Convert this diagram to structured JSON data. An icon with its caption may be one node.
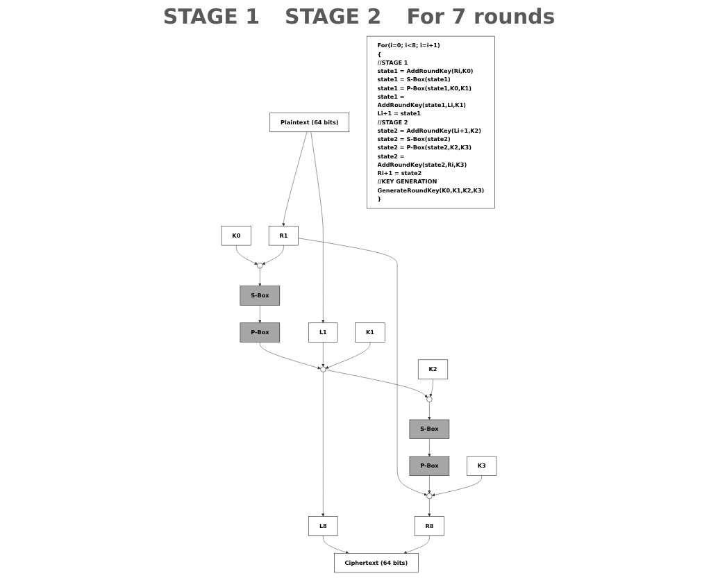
{
  "diagram": {
    "nodes": [
      {
        "text": [
          "Plaintext (64 bits)"
        ]
      },
      {
        "text": [
          "L1"
        ]
      },
      {
        "text": [
          "R1"
        ]
      },
      {
        "text": [
          "K0"
        ]
      },
      {
        "text": [
          "K1"
        ]
      },
      {
        "text": [],
        "shape": "circle"
      },
      {
        "text": [
          "P-Box"
        ]
      },
      {
        "text": [
          "S-Box"
        ]
      },
      {
        "text": [],
        "shape": "circle"
      },
      {
        "text": [
          "K2"
        ]
      },
      {
        "text": [
          "K3"
        ]
      },
      {
        "text": [],
        "shape": "circle"
      },
      {
        "text": [
          "P-Box"
        ]
      },
      {
        "text": [
          "S-Box"
        ]
      },
      {
        "text": [],
        "shape": "circle"
      },
      {
        "text": [
          "L8"
        ]
      },
      {
        "text": [
          "R8"
        ]
      },
      {
        "text": [
          "Ciphertext (64 bits)"
        ]
      },
      {
        "text": [
          "For(i=0; i<8; i=i+1)",
          "{",
          "//STAGE 1",
          "state1 = AddRoundKey(Ri,K0)",
          "state1 = S-Box(state1)",
          "state1 = P-Box(state1,K0,K1)",
          "state1 = AddRoundKey(state1,Li,K1)",
          "Li+1 = state1",
          "//STAGE 2",
          "state2 = AddRoundKey(Li+1,K2)",
          "state2 = S-Box(state2)",
          "state2 = P-Box(state2,K2,K3)",
          "state2 = AddRoundKey(state2,Ri,K3)",
          "Ri+1 = state2",
          "//KEY GENERATION",
          "GenerateRoundKey(K0,K1,K2,K3)",
          "}"
        ]
      }
    ],
    "edges": [
      {
        "from": 0,
        "to": 1,
        "arrow": "to"
      },
      {
        "from": 0,
        "to": 2,
        "arrow": "to"
      },
      {
        "from": 3,
        "to": 8,
        "arrow": "to"
      },
      {
        "from": 2,
        "to": 8,
        "arrow": "to"
      },
      {
        "from": 8,
        "to": 7,
        "arrow": "to"
      },
      {
        "from": 7,
        "to": 6,
        "arrow": "to"
      },
      {
        "from": 6,
        "to": 5,
        "arrow": "to"
      },
      {
        "from": 1,
        "to": 5,
        "arrow": "to"
      },
      {
        "from": 4,
        "to": 5,
        "arrow": "to"
      },
      {
        "from": 5,
        "to": 14,
        "arrow": "to"
      },
      {
        "from": 2,
        "to": 11,
        "arrow": "to"
      },
      {
        "from": 9,
        "to": 14,
        "arrow": "to"
      },
      {
        "from": 14,
        "to": 13,
        "arrow": "to"
      },
      {
        "from": 13,
        "to": 12,
        "arrow": "to"
      },
      {
        "from": 12,
        "to": 11,
        "arrow": "to"
      },
      {
        "from": 10,
        "to": 11,
        "arrow": "to"
      },
      {
        "from": 5,
        "to": 15,
        "arrow": "to"
      },
      {
        "from": 11,
        "to": 16,
        "arrow": "to"
      },
      {
        "from": 15,
        "to": 17,
        "arrow": "to"
      },
      {
        "from": 16,
        "to": 17,
        "arrow": "to"
      }
    ],
    "labels": [
      "STAGE 1",
      "STAGE 2",
      "For 7 rounds"
    ]
  }
}
